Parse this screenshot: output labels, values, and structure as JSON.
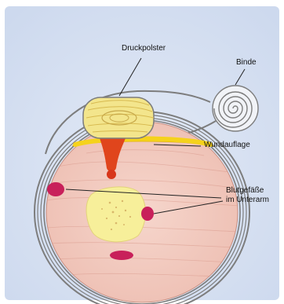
{
  "labels": {
    "pressure_pad": "Druckpolster",
    "bandage": "Binde",
    "wound_dressing": "Wundauflage",
    "vessels_line1": "Blutgefäße",
    "vessels_line2": "im Unterarm"
  },
  "colors": {
    "panel_bg": "#cdd9ee",
    "panel_bg_light": "#e3eaf6",
    "bandage_stroke": "#7d7d7d",
    "bandage_fill": "#f1f3f7",
    "muscle": "#eec0b4",
    "muscle_fiber": "#d99a8c",
    "bone_marrow": "#f7ef9a",
    "bone_speckle": "#d8b76a",
    "pad_yellow": "#f3e58c",
    "pad_stripe": "#d7b94f",
    "dressing_yellow": "#f5d21c",
    "wound_red": "#e0451c",
    "vessel": "#c8205a",
    "leader_line": "#222222"
  },
  "icons": {
    "bandage_roll": "spiral-roll-icon",
    "pressure_pad": "padded-roll-icon"
  }
}
